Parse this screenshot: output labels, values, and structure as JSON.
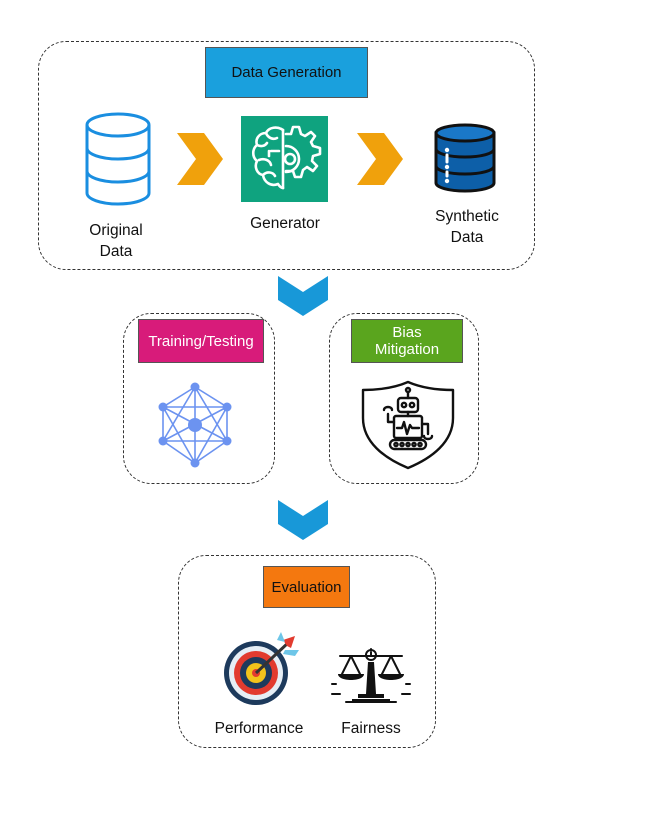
{
  "data_generation": {
    "title": "Data Generation",
    "original_data_label": "Original\nData",
    "generator_label": "Generator",
    "synthetic_data_label": "Synthetic\nData"
  },
  "training": {
    "title": "Training/Testing"
  },
  "bias": {
    "title": "Bias\nMitigation"
  },
  "evaluation": {
    "title": "Evaluation",
    "performance_label": "Performance",
    "fairness_label": "Fairness"
  },
  "colors": {
    "data_generation_header": "#1aa0dd",
    "training_header": "#d81b7a",
    "bias_header": "#5aa51e",
    "evaluation_header": "#f4780f",
    "chevron_orange": "#f0a10c",
    "chevron_blue": "#1898d8",
    "generator_teal": "#0fa37f",
    "database_blue": "#0d5fa8",
    "network_blue": "#6c93f0"
  },
  "icons": [
    "database-outline-icon",
    "brain-gear-icon",
    "database-filled-icon",
    "neural-network-icon",
    "robot-shield-icon",
    "target-arrow-icon",
    "balance-scale-icon"
  ]
}
